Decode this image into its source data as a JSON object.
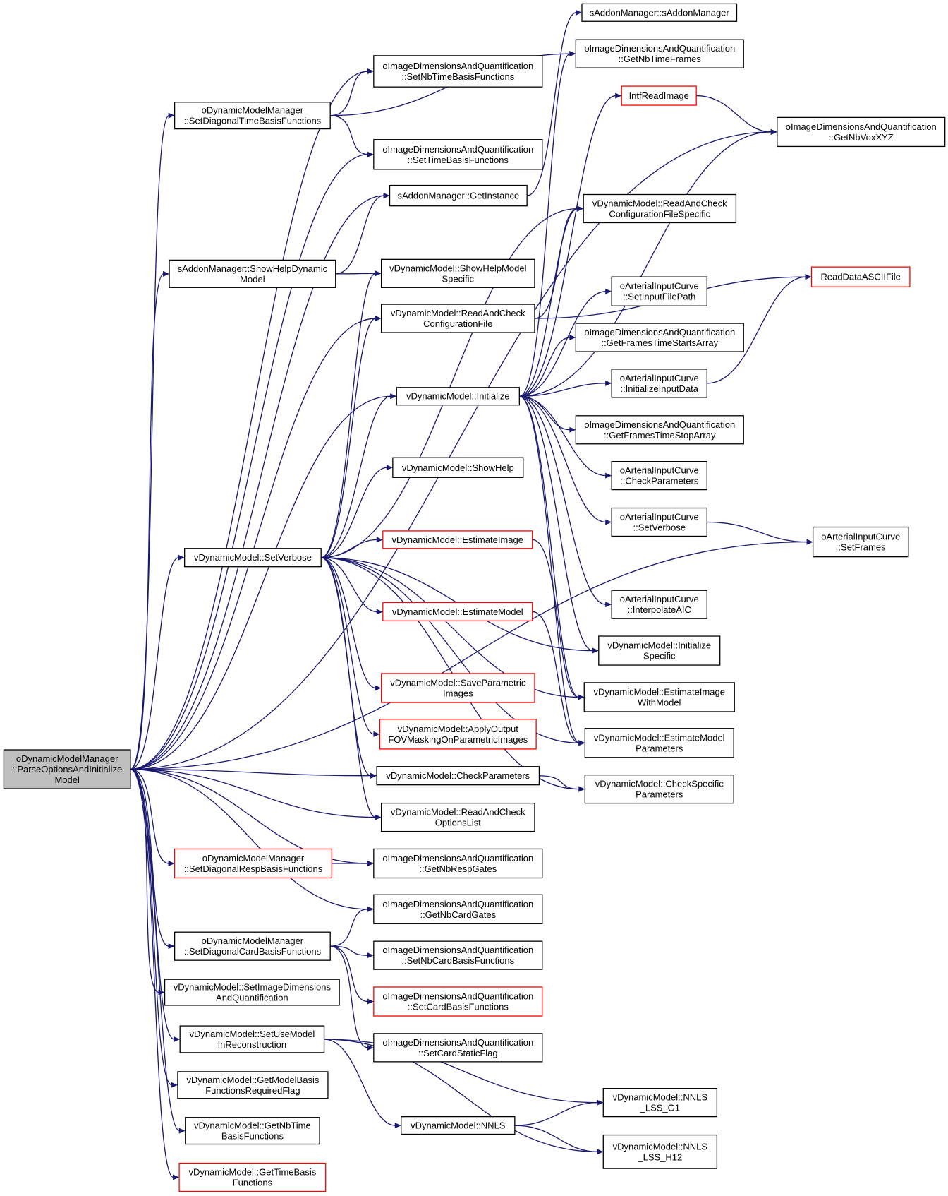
{
  "graph": {
    "nodes": [
      {
        "id": "root",
        "lines": [
          "oDynamicModelManager",
          "::ParseOptionsAndInitialize",
          "Model"
        ],
        "style": "root"
      },
      {
        "id": "setDiagTime",
        "lines": [
          "oDynamicModelManager",
          "::SetDiagonalTimeBasisFunctions"
        ],
        "style": "normal"
      },
      {
        "id": "getInstance",
        "lines": [
          "sAddonManager::GetInstance"
        ],
        "style": "normal"
      },
      {
        "id": "showHelpDynamic",
        "lines": [
          "sAddonManager::ShowHelpDynamic",
          "Model"
        ],
        "style": "normal"
      },
      {
        "id": "setVerbose",
        "lines": [
          "vDynamicModel::SetVerbose"
        ],
        "style": "normal"
      },
      {
        "id": "setDiagResp",
        "lines": [
          "oDynamicModelManager",
          "::SetDiagonalRespBasisFunctions"
        ],
        "style": "red"
      },
      {
        "id": "setDiagCard",
        "lines": [
          "oDynamicModelManager",
          "::SetDiagonalCardBasisFunctions"
        ],
        "style": "normal"
      },
      {
        "id": "setImgDims",
        "lines": [
          "vDynamicModel::SetImageDimensions",
          "AndQuantification"
        ],
        "style": "normal"
      },
      {
        "id": "setUseModel",
        "lines": [
          "vDynamicModel::SetUseModel",
          "InReconstruction"
        ],
        "style": "normal"
      },
      {
        "id": "getModelBasis",
        "lines": [
          "vDynamicModel::GetModelBasis",
          "FunctionsRequiredFlag"
        ],
        "style": "normal"
      },
      {
        "id": "getNbTimeBasis",
        "lines": [
          "vDynamicModel::GetNbTime",
          "BasisFunctions"
        ],
        "style": "normal"
      },
      {
        "id": "getTimeBasis",
        "lines": [
          "vDynamicModel::GetTimeBasis",
          "Functions"
        ],
        "style": "red"
      },
      {
        "id": "setNbTimeBasis",
        "lines": [
          "oImageDimensionsAndQuantification",
          "::SetNbTimeBasisFunctions"
        ],
        "style": "normal"
      },
      {
        "id": "setTimeBasis",
        "lines": [
          "oImageDimensionsAndQuantification",
          "::SetTimeBasisFunctions"
        ],
        "style": "normal"
      },
      {
        "id": "showHelpModelSpec",
        "lines": [
          "vDynamicModel::ShowHelpModel",
          "Specific"
        ],
        "style": "normal"
      },
      {
        "id": "readCheckConfig",
        "lines": [
          "vDynamicModel::ReadAndCheck",
          "ConfigurationFile"
        ],
        "style": "normal"
      },
      {
        "id": "initialize",
        "lines": [
          "vDynamicModel::Initialize"
        ],
        "style": "normal"
      },
      {
        "id": "showHelp",
        "lines": [
          "vDynamicModel::ShowHelp"
        ],
        "style": "normal"
      },
      {
        "id": "estimateImage",
        "lines": [
          "vDynamicModel::EstimateImage"
        ],
        "style": "red"
      },
      {
        "id": "estimateModel",
        "lines": [
          "vDynamicModel::EstimateModel"
        ],
        "style": "red"
      },
      {
        "id": "saveParametric",
        "lines": [
          "vDynamicModel::SaveParametric",
          "Images"
        ],
        "style": "red"
      },
      {
        "id": "applyOutput",
        "lines": [
          "vDynamicModel::ApplyOutput",
          "FOVMaskingOnParametricImages"
        ],
        "style": "red"
      },
      {
        "id": "checkParameters",
        "lines": [
          "vDynamicModel::CheckParameters"
        ],
        "style": "normal"
      },
      {
        "id": "readCheckOptions",
        "lines": [
          "vDynamicModel::ReadAndCheck",
          "OptionsList"
        ],
        "style": "normal"
      },
      {
        "id": "getNbRespGates",
        "lines": [
          "oImageDimensionsAndQuantification",
          "::GetNbRespGates"
        ],
        "style": "normal"
      },
      {
        "id": "getNbCardGates",
        "lines": [
          "oImageDimensionsAndQuantification",
          "::GetNbCardGates"
        ],
        "style": "normal"
      },
      {
        "id": "setNbCardBasis",
        "lines": [
          "oImageDimensionsAndQuantification",
          "::SetNbCardBasisFunctions"
        ],
        "style": "normal"
      },
      {
        "id": "setCardBasis",
        "lines": [
          "oImageDimensionsAndQuantification",
          "::SetCardBasisFunctions"
        ],
        "style": "red"
      },
      {
        "id": "setCardStatic",
        "lines": [
          "oImageDimensionsAndQuantification",
          "::SetCardStaticFlag"
        ],
        "style": "normal"
      },
      {
        "id": "nnls",
        "lines": [
          "vDynamicModel::NNLS"
        ],
        "style": "normal"
      },
      {
        "id": "saddonCtor",
        "lines": [
          "sAddonManager::sAddonManager"
        ],
        "style": "normal"
      },
      {
        "id": "getNbTimeFrames",
        "lines": [
          "oImageDimensionsAndQuantification",
          "::GetNbTimeFrames"
        ],
        "style": "normal"
      },
      {
        "id": "intfReadImage",
        "lines": [
          "IntfReadImage"
        ],
        "style": "red"
      },
      {
        "id": "readCheckConfigSpec",
        "lines": [
          "vDynamicModel::ReadAndCheck",
          "ConfigurationFileSpecific"
        ],
        "style": "normal"
      },
      {
        "id": "setInputFilePath",
        "lines": [
          "oArterialInputCurve",
          "::SetInputFilePath"
        ],
        "style": "normal"
      },
      {
        "id": "getFramesStarts",
        "lines": [
          "oImageDimensionsAndQuantification",
          "::GetFramesTimeStartsArray"
        ],
        "style": "normal"
      },
      {
        "id": "initInputData",
        "lines": [
          "oArterialInputCurve",
          "::InitializeInputData"
        ],
        "style": "normal"
      },
      {
        "id": "getFramesStops",
        "lines": [
          "oImageDimensionsAndQuantification",
          "::GetFramesTimeStopArray"
        ],
        "style": "normal"
      },
      {
        "id": "aicCheckParams",
        "lines": [
          "oArterialInputCurve",
          "::CheckParameters"
        ],
        "style": "normal"
      },
      {
        "id": "aicSetVerbose",
        "lines": [
          "oArterialInputCurve",
          "::SetVerbose"
        ],
        "style": "normal"
      },
      {
        "id": "aicInterpolate",
        "lines": [
          "oArterialInputCurve",
          "::InterpolateAIC"
        ],
        "style": "normal"
      },
      {
        "id": "initSpecific",
        "lines": [
          "vDynamicModel::Initialize",
          "Specific"
        ],
        "style": "normal"
      },
      {
        "id": "estImageWithModel",
        "lines": [
          "vDynamicModel::EstimateImage",
          "WithModel"
        ],
        "style": "normal"
      },
      {
        "id": "estModelParams",
        "lines": [
          "vDynamicModel::EstimateModel",
          "Parameters"
        ],
        "style": "normal"
      },
      {
        "id": "checkSpecParams",
        "lines": [
          "vDynamicModel::CheckSpecific",
          "Parameters"
        ],
        "style": "normal"
      },
      {
        "id": "nnlsG1",
        "lines": [
          "vDynamicModel::NNLS",
          "_LSS_G1"
        ],
        "style": "normal"
      },
      {
        "id": "nnlsH12",
        "lines": [
          "vDynamicModel::NNLS",
          "_LSS_H12"
        ],
        "style": "normal"
      },
      {
        "id": "getNbVox",
        "lines": [
          "oImageDimensionsAndQuantification",
          "::GetNbVoxXYZ"
        ],
        "style": "normal"
      },
      {
        "id": "readDataAscii",
        "lines": [
          "ReadDataASCIIFile"
        ],
        "style": "red"
      },
      {
        "id": "aicSetFrames",
        "lines": [
          "oArterialInputCurve",
          "::SetFrames"
        ],
        "style": "normal"
      }
    ],
    "edges": [
      [
        "root",
        "setNbTimeBasis"
      ],
      [
        "root",
        "setDiagTime"
      ],
      [
        "root",
        "setTimeBasis"
      ],
      [
        "root",
        "getInstance"
      ],
      [
        "root",
        "getNbVox"
      ],
      [
        "root",
        "showHelpDynamic"
      ],
      [
        "root",
        "readCheckConfig"
      ],
      [
        "root",
        "initialize"
      ],
      [
        "root",
        "setVerbose"
      ],
      [
        "root",
        "aicSetFrames"
      ],
      [
        "root",
        "checkParameters"
      ],
      [
        "root",
        "readCheckOptions"
      ],
      [
        "root",
        "getNbRespGates"
      ],
      [
        "root",
        "setDiagResp"
      ],
      [
        "root",
        "getNbCardGates"
      ],
      [
        "root",
        "setDiagCard"
      ],
      [
        "root",
        "setImgDims"
      ],
      [
        "root",
        "setUseModel"
      ],
      [
        "root",
        "getModelBasis"
      ],
      [
        "root",
        "getNbTimeBasis"
      ],
      [
        "root",
        "getTimeBasis"
      ],
      [
        "setDiagTime",
        "setNbTimeBasis"
      ],
      [
        "setDiagTime",
        "getNbTimeFrames"
      ],
      [
        "setDiagTime",
        "setTimeBasis"
      ],
      [
        "getInstance",
        "saddonCtor"
      ],
      [
        "showHelpDynamic",
        "getInstance"
      ],
      [
        "showHelpDynamic",
        "showHelpModelSpec"
      ],
      [
        "setVerbose",
        "showHelpModelSpec"
      ],
      [
        "setVerbose",
        "readCheckConfig"
      ],
      [
        "setVerbose",
        "initialize"
      ],
      [
        "setVerbose",
        "showHelp"
      ],
      [
        "setVerbose",
        "estimateImage"
      ],
      [
        "setVerbose",
        "estimateModel"
      ],
      [
        "setVerbose",
        "saveParametric"
      ],
      [
        "setVerbose",
        "applyOutput"
      ],
      [
        "setVerbose",
        "checkParameters"
      ],
      [
        "setVerbose",
        "readCheckOptions"
      ],
      [
        "setVerbose",
        "readCheckConfigSpec"
      ],
      [
        "setVerbose",
        "initSpecific"
      ],
      [
        "setVerbose",
        "estImageWithModel"
      ],
      [
        "setVerbose",
        "estModelParams"
      ],
      [
        "setVerbose",
        "checkSpecParams"
      ],
      [
        "readCheckConfig",
        "readCheckConfigSpec"
      ],
      [
        "readCheckConfig",
        "readDataAscii"
      ],
      [
        "initialize",
        "getNbTimeFrames"
      ],
      [
        "initialize",
        "intfReadImage"
      ],
      [
        "initialize",
        "readCheckConfigSpec"
      ],
      [
        "initialize",
        "getNbVox"
      ],
      [
        "initialize",
        "setInputFilePath"
      ],
      [
        "initialize",
        "getFramesStarts"
      ],
      [
        "initialize",
        "initInputData"
      ],
      [
        "initialize",
        "getFramesStops"
      ],
      [
        "initialize",
        "aicCheckParams"
      ],
      [
        "initialize",
        "aicSetVerbose"
      ],
      [
        "initialize",
        "aicInterpolate"
      ],
      [
        "initialize",
        "initSpecific"
      ],
      [
        "initialize",
        "estImageWithModel"
      ],
      [
        "initialize",
        "estModelParams"
      ],
      [
        "estimateImage",
        "estImageWithModel"
      ],
      [
        "estimateModel",
        "estModelParams"
      ],
      [
        "checkParameters",
        "checkSpecParams"
      ],
      [
        "setDiagResp",
        "getNbRespGates"
      ],
      [
        "setDiagCard",
        "getNbCardGates"
      ],
      [
        "setDiagCard",
        "setNbCardBasis"
      ],
      [
        "setDiagCard",
        "setCardBasis"
      ],
      [
        "setDiagCard",
        "setCardStatic"
      ],
      [
        "setUseModel",
        "nnlsG1"
      ],
      [
        "setUseModel",
        "nnls"
      ],
      [
        "setUseModel",
        "nnlsH12"
      ],
      [
        "nnls",
        "nnlsG1"
      ],
      [
        "nnls",
        "nnlsH12"
      ],
      [
        "intfReadImage",
        "getNbVox"
      ],
      [
        "initInputData",
        "readDataAscii"
      ],
      [
        "aicSetVerbose",
        "aicSetFrames"
      ]
    ]
  },
  "colors": {
    "edge": "#191970",
    "root_fill": "#bfbfbf",
    "normal_border": "#000000",
    "red_border": "#ff0000",
    "background": "#ffffff"
  }
}
